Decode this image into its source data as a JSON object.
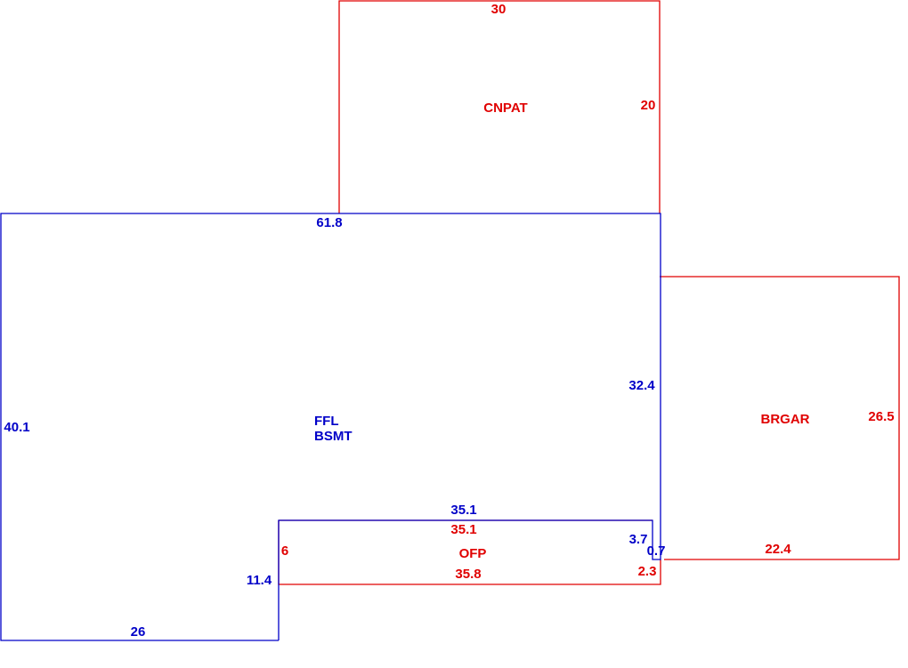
{
  "colors": {
    "living": "#0000c8",
    "other": "#e00000",
    "background": "#ffffff"
  },
  "areas": {
    "cnpat": {
      "label": "CNPAT",
      "dims": {
        "top": "30",
        "right": "20"
      }
    },
    "main": {
      "label_line1": "FFL",
      "label_line2": "BSMT",
      "dims": {
        "top": "61.8",
        "left": "40.1",
        "right": "32.4",
        "bottom": "26",
        "step_vertical": "11.4",
        "inner_top": "35.1",
        "inner_right": "3.7",
        "jog": "0.7"
      }
    },
    "brgar": {
      "label": "BRGAR",
      "dims": {
        "right": "26.5",
        "bottom": "22.4"
      }
    },
    "ofp": {
      "label": "OFP",
      "dims": {
        "top": "35.1",
        "left": "6",
        "bottom": "35.8",
        "right": "2.3"
      }
    }
  }
}
